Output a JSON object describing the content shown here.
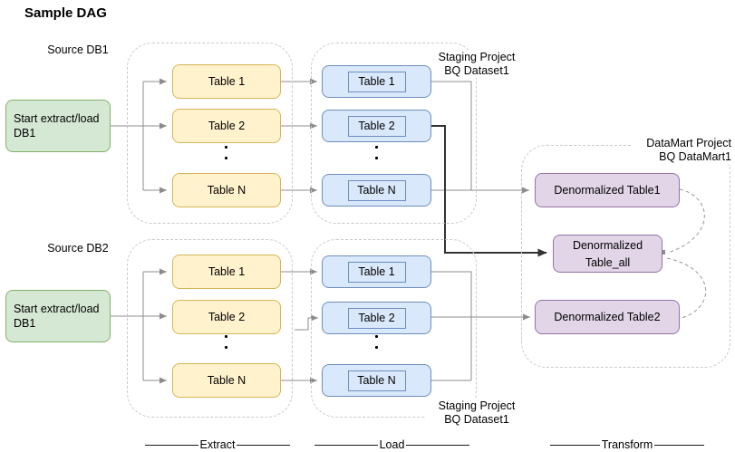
{
  "title": "Sample DAG",
  "row1": {
    "source_label": "Source DB1",
    "start_node": {
      "line1": "Start extract/load",
      "line2": "DB1"
    },
    "extract_tables": [
      "Table 1",
      "Table 2",
      "Table N"
    ],
    "load_tables": [
      "Table 1",
      "Table 2",
      "Table N"
    ],
    "staging_label": {
      "line1": "Staging Project",
      "line2": "BQ Dataset1"
    }
  },
  "row2": {
    "source_label": "Source DB2",
    "start_node": {
      "line1": "Start extract/load",
      "line2": "DB1"
    },
    "extract_tables": [
      "Table 1",
      "Table 2",
      "Table N"
    ],
    "load_tables": [
      "Table 1",
      "Table 2",
      "Table N"
    ],
    "staging_label": {
      "line1": "Staging Project",
      "line2": "BQ Dataset1"
    }
  },
  "datamart": {
    "label": {
      "line1": "DataMart Project",
      "line2": "BQ DataMart1"
    },
    "table1": "Denormalized Table1",
    "table_all": {
      "line1": "Denormalized",
      "line2": "Table_all"
    },
    "table2": "Denormalized Table2"
  },
  "stages": {
    "extract": "Extract",
    "load": "Load",
    "transform": "Transform"
  },
  "colors": {
    "start_fill": "#d5e8d4",
    "start_stroke": "#82b366",
    "extract_fill": "#fff2cc",
    "extract_stroke": "#d6b656",
    "load_fill": "#dae8fc",
    "load_stroke": "#6c8ebf",
    "datamart_fill": "#e1d5e7",
    "datamart_stroke": "#9673a6",
    "group_border": "#c9c9c9",
    "connector": "#8c8c8c",
    "emphasis_connector": "#333333"
  }
}
